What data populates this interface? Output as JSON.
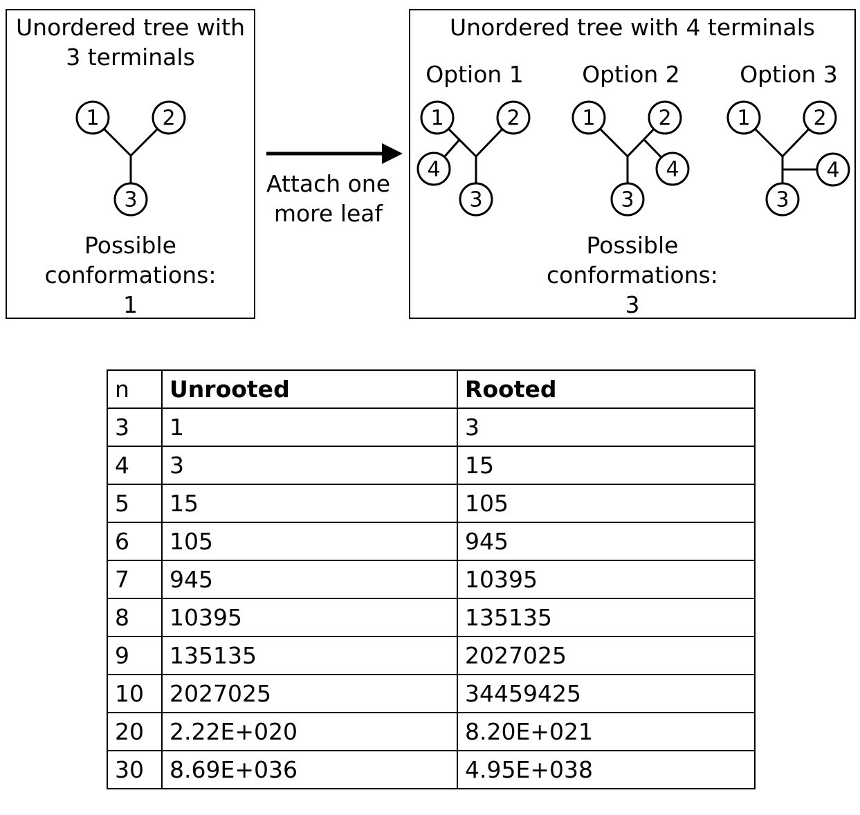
{
  "left_panel": {
    "title_line1": "Unordered tree with",
    "title_line2": "3 terminals",
    "nodes": [
      "1",
      "2",
      "3"
    ],
    "conformations_line1": "Possible",
    "conformations_line2": "conformations:",
    "conformations_value": "1"
  },
  "arrow": {
    "label_line1": "Attach one",
    "label_line2": "more leaf"
  },
  "right_panel": {
    "title": "Unordered tree with 4 terminals",
    "options": [
      {
        "label": "Option 1",
        "nodes": [
          "1",
          "2",
          "3",
          "4"
        ]
      },
      {
        "label": "Option 2",
        "nodes": [
          "1",
          "2",
          "3",
          "4"
        ]
      },
      {
        "label": "Option 3",
        "nodes": [
          "1",
          "2",
          "3",
          "4"
        ]
      }
    ],
    "conformations_line1": "Possible",
    "conformations_line2": "conformations:",
    "conformations_value": "3"
  },
  "table": {
    "headers": [
      "n",
      "Unrooted",
      "Rooted"
    ],
    "rows": [
      [
        "3",
        "1",
        "3"
      ],
      [
        "4",
        "3",
        "15"
      ],
      [
        "5",
        "15",
        "105"
      ],
      [
        "6",
        "105",
        "945"
      ],
      [
        "7",
        "945",
        "10395"
      ],
      [
        "8",
        "10395",
        "135135"
      ],
      [
        "9",
        "135135",
        "2027025"
      ],
      [
        "10",
        "2027025",
        "34459425"
      ],
      [
        "20",
        "2.22E+020",
        "8.20E+021"
      ],
      [
        "30",
        "8.69E+036",
        "4.95E+038"
      ]
    ]
  }
}
